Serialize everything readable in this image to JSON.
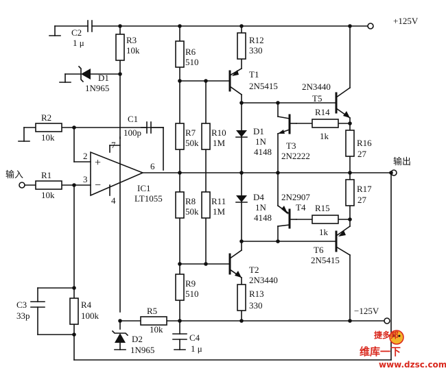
{
  "rails": {
    "positive": "+125V",
    "negative": "−125V"
  },
  "io": {
    "input": "输入",
    "output": "输出"
  },
  "opamp": {
    "ref": "IC1",
    "part": "LT1055",
    "plus": "+",
    "minus": "−",
    "pin_non_inverting": "2",
    "pin_inverting": "3",
    "pin_vpos": "7",
    "pin_vneg": "4",
    "pin_out": "6"
  },
  "components": {
    "C2": {
      "ref": "C2",
      "value": "1 μ"
    },
    "R3": {
      "ref": "R3",
      "value": "10k"
    },
    "D1": {
      "ref": "D1",
      "value": "1N965"
    },
    "R2": {
      "ref": "R2",
      "value": "10k"
    },
    "R1": {
      "ref": "R1",
      "value": "10k"
    },
    "C1": {
      "ref": "C1",
      "value": "100p"
    },
    "R6": {
      "ref": "R6",
      "value": "510"
    },
    "R7": {
      "ref": "R7",
      "value": "50k"
    },
    "R8": {
      "ref": "R8",
      "value": "50k"
    },
    "R9": {
      "ref": "R9",
      "value": "510"
    },
    "R10": {
      "ref": "R10",
      "value": "1M"
    },
    "R11": {
      "ref": "R11",
      "value": "1M"
    },
    "R12": {
      "ref": "R12",
      "value": "330"
    },
    "R13": {
      "ref": "R13",
      "value": "330"
    },
    "T1": {
      "ref": "T1",
      "value": "2N5415"
    },
    "T2": {
      "ref": "T2",
      "value": "2N3440"
    },
    "D1b": {
      "ref": "D1",
      "value": "1N",
      "value2": "4148"
    },
    "D4": {
      "ref": "D4",
      "value": "1N",
      "value2": "4148"
    },
    "T3": {
      "ref": "T3",
      "value": "2N2222"
    },
    "T4": {
      "ref": "T4",
      "value": "2N2907"
    },
    "T5": {
      "ref": "T5",
      "value": "2N3440"
    },
    "T6": {
      "ref": "T6",
      "value": "2N5415"
    },
    "R14": {
      "ref": "R14",
      "value": "1k"
    },
    "R15": {
      "ref": "R15",
      "value": "1k"
    },
    "R16": {
      "ref": "R16",
      "value": "27"
    },
    "R17": {
      "ref": "R17",
      "value": "27"
    },
    "C3": {
      "ref": "C3",
      "value": "33p"
    },
    "R4": {
      "ref": "R4",
      "value": "100k"
    },
    "R5": {
      "ref": "R5",
      "value": "10k"
    },
    "D2": {
      "ref": "D2",
      "value": "1N965"
    },
    "C4": {
      "ref": "C4",
      "value": "1 μ"
    }
  },
  "watermark": {
    "line1": "维库一下",
    "line2": "www.dzsc.com",
    "tag": "捷多邦"
  },
  "colors": {
    "ink": "#111111",
    "watermark": "#d9281d"
  }
}
